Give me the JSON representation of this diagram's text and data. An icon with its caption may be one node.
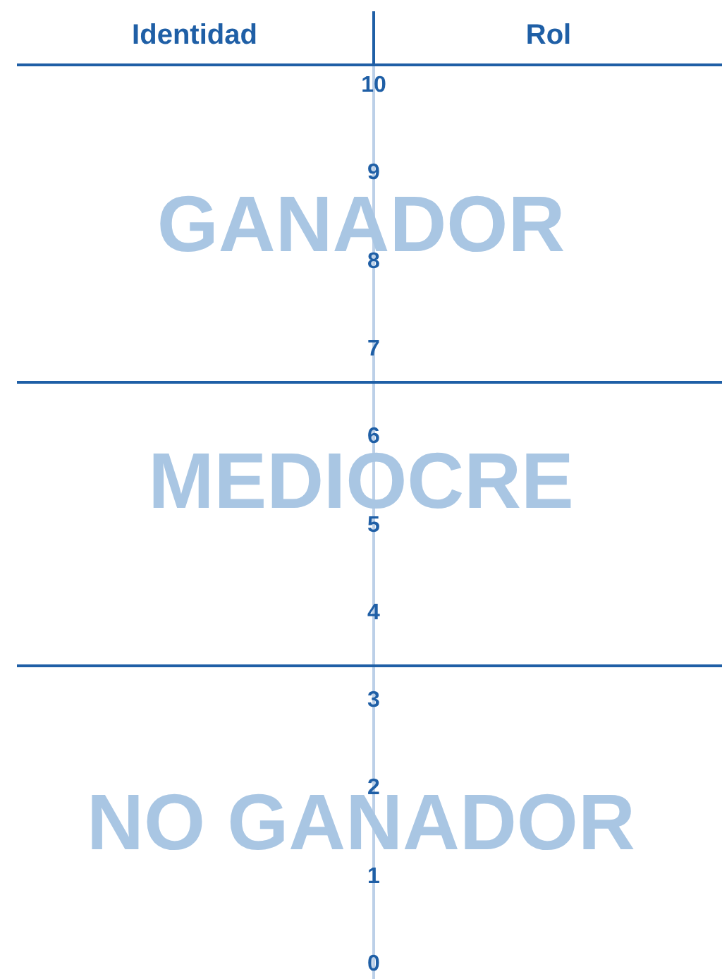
{
  "diagram": {
    "labels": [
      "Identidad",
      "Rol",
      "10",
      "9",
      "8",
      "7",
      "6",
      "5",
      "4",
      "3",
      "2",
      "1",
      "0",
      "GANADOR",
      "MEDIOCRE",
      "NO GANADOR"
    ]
  }
}
